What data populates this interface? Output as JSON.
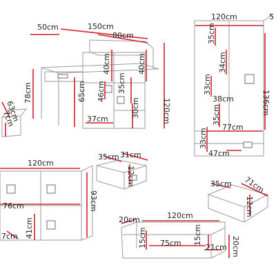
{
  "units": "cm",
  "colors": {
    "dimension_line": "#d0202a",
    "furniture_outline": "#9a9a9a",
    "text": "#1e1e1e"
  },
  "desk": {
    "dims": [
      "50cm",
      "150cm",
      "80cm",
      "40cm",
      "40cm",
      "120cm",
      "78cm",
      "65cm",
      "46cm",
      "35cm",
      "37cm",
      "30cm"
    ],
    "drawer_dims": [
      "63cm",
      "7cm"
    ]
  },
  "wardrobe": {
    "dims": [
      "120cm",
      "5",
      "35cm",
      "34cm",
      "136cm",
      "33cm",
      "38cm",
      "35cm",
      "77cm",
      "33cm",
      "47cm"
    ]
  },
  "small_drawer": {
    "dims": [
      "35cm",
      "31cm",
      "12cm"
    ]
  },
  "chest": {
    "dims": [
      "120cm",
      "76cm",
      "41cm",
      "7cm",
      "93cm"
    ]
  },
  "large_drawer": {
    "dims": [
      "35cm",
      "71cm",
      "12cm"
    ]
  },
  "shelf": {
    "dims": [
      "20cm",
      "120cm",
      "15cm",
      "75cm",
      "15cm",
      "21cm",
      "20cm"
    ]
  }
}
